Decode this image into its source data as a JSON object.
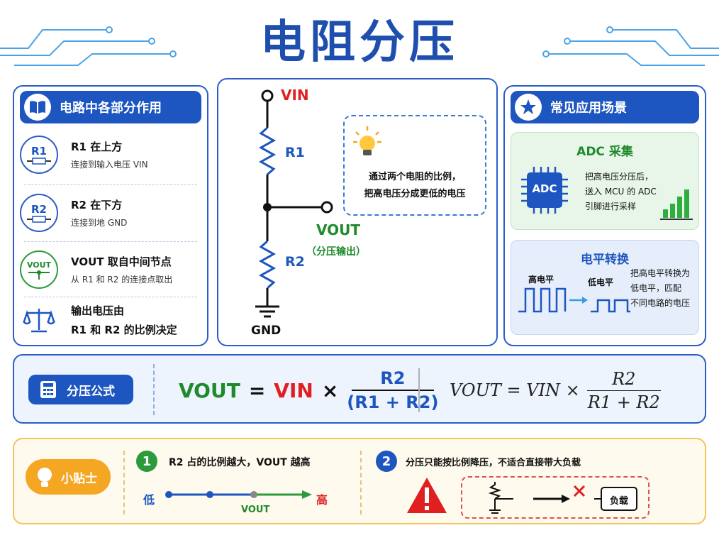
{
  "title": "电阻分压",
  "left_panel": {
    "header": "电路中各部分作用",
    "rows": [
      {
        "badge": "R1",
        "title": "R1 在上方",
        "sub": "连接到输入电压 VIN"
      },
      {
        "badge": "R2",
        "title": "R2 在下方",
        "sub": "连接到地 GND"
      },
      {
        "badge": "VOUT",
        "title": "VOUT 取自中间节点",
        "sub": "从 R1 和 R2 的连接点取出"
      },
      {
        "badge": "",
        "title": "输出电压由",
        "sub": "R1 和 R2 的比例决定"
      }
    ]
  },
  "circuit": {
    "vin": "VIN",
    "r1": "R1",
    "r2": "R2",
    "vout": "VOUT",
    "vout_note": "（分压输出）",
    "gnd": "GND",
    "tip_line1": "通过两个电阻的比例，",
    "tip_line2": "把高电压分成更低的电压"
  },
  "right_panel": {
    "header": "常见应用场景",
    "adc": {
      "title": "ADC 采集",
      "chip": "ADC",
      "line1": "把高电压分压后，",
      "line2": "送入 MCU 的 ADC",
      "line3": "引脚进行采样"
    },
    "level": {
      "title": "电平转换",
      "high": "高电平",
      "low": "低电平",
      "line1": "把高电平转换为",
      "line2": "低电平，匹配",
      "line3": "不同电路的电压"
    }
  },
  "formula": {
    "label": "分压公式",
    "vout": "VOUT",
    "eq": "=",
    "vin": "VIN",
    "times": "×",
    "num": "R2",
    "den": "(R1 + R2)",
    "math_lhs": "VOUT = VIN ×",
    "math_num": "R2",
    "math_den": "R1 + R2"
  },
  "tips": {
    "badge": "小贴士",
    "n1": "1",
    "t1": "R2 占的比例越大，VOUT 越高",
    "low": "低",
    "high": "高",
    "scale_label": "VOUT",
    "n2": "2",
    "t2": "分压只能按比例降压，不适合直接带大负载",
    "load": "负载"
  },
  "colors": {
    "blue": "#1d56c0",
    "red": "#e02020",
    "green": "#1e8a2c",
    "orange": "#f5a623"
  }
}
